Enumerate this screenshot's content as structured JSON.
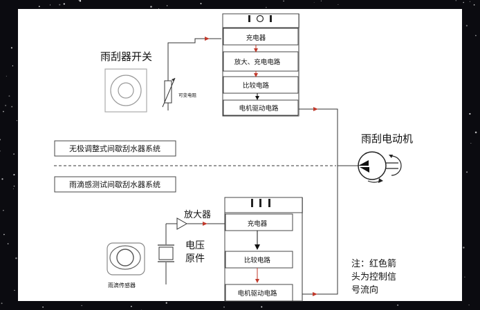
{
  "upper_system": {
    "switch_label": "雨刮器开关",
    "resistor_label": "可变电阻",
    "panel_blocks": [
      "充电器",
      "放大、充电电路",
      "比较电路",
      "电机驱动电路"
    ],
    "system_title": "无极调整式间歇刮水器系统"
  },
  "motor": {
    "label": "雨刮电动机"
  },
  "lower_system": {
    "system_title": "雨滴感测试间歇刮水器系统",
    "amplifier_label": "放大器",
    "piezo_label_line1": "电压",
    "piezo_label_line2": "原件",
    "sensor_label": "雨滴传感器",
    "panel_blocks": [
      "充电器",
      "比较电路",
      "电机驱动电路"
    ]
  },
  "note": {
    "line1": "注：红色箭",
    "line2": "头为控制信",
    "line3": "号流向"
  },
  "colors": {
    "signal_arrow": "#c0392b",
    "control_arrow": "#111111",
    "background": "#0b0b10",
    "paper": "#ffffff"
  }
}
